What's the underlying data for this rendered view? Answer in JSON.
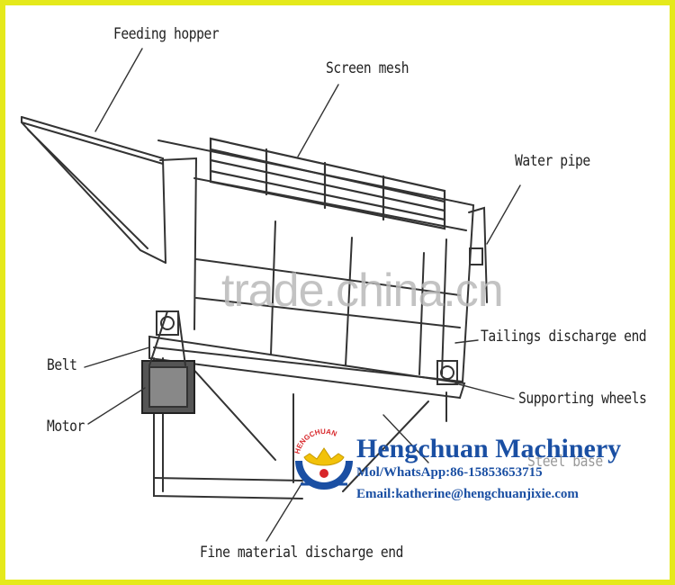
{
  "labels": {
    "feeding_hopper": "Feeding hopper",
    "screen_mesh": "Screen mesh",
    "water_pipe": "Water pipe",
    "tailings_discharge_end": "Tailings discharge end",
    "supporting_wheels": "Supporting wheels",
    "belt": "Belt",
    "motor": "Motor",
    "steel_base": "Steel base",
    "fine_material_discharge_end": "Fine material discharge end"
  },
  "watermark": "trade.china.cn",
  "brand": {
    "name": "Hengchuan Machinery",
    "phone": "Mol/WhatsApp:86-15853653715",
    "email": "Email:katherine@hengchuanjixie.com",
    "logo_arc_text": "HENGCHUAN"
  },
  "colors": {
    "border": "#e5e91b",
    "brand_blue": "#1a4fa3",
    "logo_gold": "#f2c20a",
    "logo_red": "#d8262a",
    "line": "#333333"
  }
}
